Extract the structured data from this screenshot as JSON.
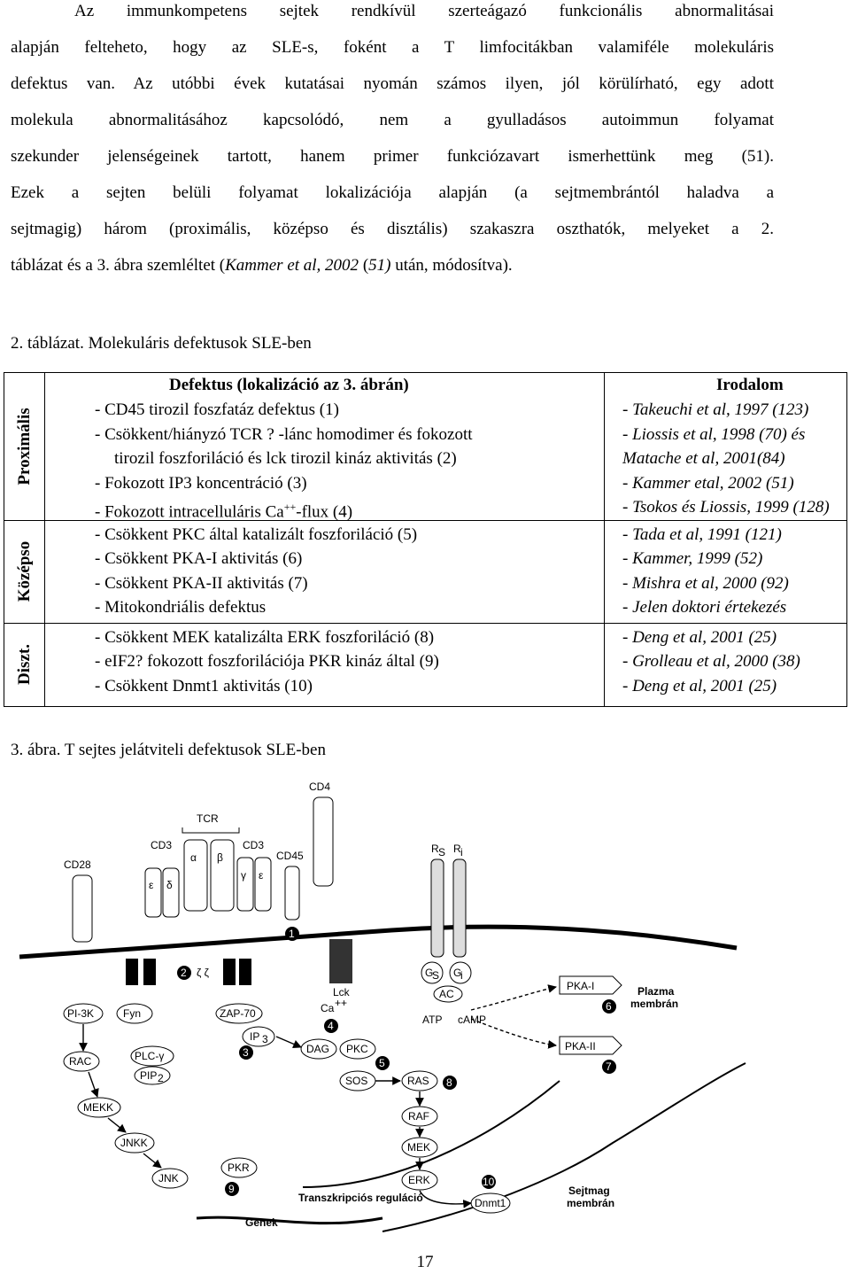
{
  "paragraph": {
    "line1": "Az immunkompetens sejtek rendkívül szerteágazó funkcionális abnormalitásai",
    "line2": "alapján felteheto, hogy az SLE-s, foként a T limfocitákban valamiféle molekuláris",
    "line3": "defektus van. Az utóbbi évek kutatásai nyomán számos ilyen, jól körülírható, egy adott",
    "line4": "molekula abnormalitásához kapcsolódó, nem a gyulladásos autoimmun folyamat",
    "line5": "szekunder jelenségeinek tartott, hanem primer funkciózavart ismerhettünk meg (51).",
    "line6": "Ezek a sejten belüli folyamat lokalizációja alapján (a sejtmembrántól haladva a",
    "line7": "sejtmagig) három (proximális, középso és disztális) szakaszra oszthatók, melyeket a 2.",
    "line8_a": "táblázat és a 3. ábra szemléltet (",
    "line8_b": "Kammer et al, 2002",
    "line8_c": " (",
    "line8_d": "51)",
    "line8_e": " után, módosítva)."
  },
  "table_caption": "2. táblázat. Molekuláris defektusok SLE-ben",
  "table": {
    "header_defect": "Defektus (lokalizáció az 3. ábrán)",
    "header_ref": "Irodalom",
    "sections": [
      {
        "label": "Proximális",
        "defects": [
          "- CD45 tirozil foszfatáz defektus (1)",
          "- Csökkent/hiányzó TCR ? -lánc homodimer és fokozott",
          "tirozil foszforiláció és lck tirozil kináz aktivitás (2)",
          "- Fokozott IP3 koncentráció (3)",
          "- Fokozott intracelluláris Ca",
          "++",
          "-flux (4)"
        ],
        "refs": [
          "- Takeuchi et al, 1997 (123)",
          "- Liossis et al, 1998 (70) és",
          "Matache et al, 2001(84)",
          "- Kammer etal, 2002 (51)",
          "- Tsokos és Liossis, 1999 (128)"
        ]
      },
      {
        "label": "Középso",
        "defects": [
          "- Csökkent PKC által katalizált foszforiláció (5)",
          "- Csökkent PKA-I aktivitás (6)",
          "- Csökkent PKA-II aktivitás (7)",
          "- Mitokondriális defektus"
        ],
        "refs": [
          "- Tada et al, 1991 (121)",
          "- Kammer, 1999 (52)",
          "- Mishra et al, 2000 (92)",
          "- Jelen doktori értekezés"
        ]
      },
      {
        "label": "Diszt.",
        "defects": [
          "- Csökkent MEK katalizálta ERK foszforiláció (8)",
          "- eIF2? fokozott foszforilációja PKR kináz által (9)",
          "- Csökkent Dnmt1 aktivitás (10)"
        ],
        "refs": [
          "- Deng et al, 2001 (25)",
          "- Grolleau et al, 2000 (38)",
          "- Deng et al, 2001 (25)"
        ]
      }
    ]
  },
  "figure_caption": "3. ábra. T sejtes jelátviteli defektusok SLE-ben",
  "diagram": {
    "cd4": "CD4",
    "tcr": "TCR",
    "cd3_left": "CD3",
    "cd3_right": "CD3",
    "cd45": "CD45",
    "cd28": "CD28",
    "alpha": "α",
    "beta": "β",
    "gamma": "γ",
    "epsilon": "ε",
    "delta": "δ",
    "zeta": "ζ ζ",
    "rs": "R",
    "rs_sub": "S",
    "ri": "R",
    "ri_sub": "i",
    "lck": "Lck",
    "gs": "G",
    "gs_sub": "S",
    "gi": "G",
    "gi_sub": "i",
    "ac": "AC",
    "atp": "ATP",
    "camp": "cAMP",
    "pka1": "PKA-I",
    "pka2": "PKA-II",
    "membrane": "Plazma",
    "membrane2": "membrán",
    "pi3k": "PI-3K",
    "fyn": "Fyn",
    "zap70": "ZAP-70",
    "ip3": "IP",
    "ip3_sub": "3",
    "ca": "Ca",
    "ca_sup": "++",
    "rac": "RAC",
    "plcg": "PLC-γ",
    "pip2": "PIP",
    "pip2_sub": "2",
    "dag": "DAG",
    "pkc": "PKC",
    "sos": "SOS",
    "ras": "RAS",
    "raf": "RAF",
    "mek": "MEK",
    "erk": "ERK",
    "mekk": "MEKK",
    "jnkk": "JNKK",
    "jnk": "JNK",
    "pkr": "PKR",
    "dnmt1": "Dnmt1",
    "transcr": "Transzkripciós reguláció",
    "nucmem": "Sejtmag",
    "nucmem2": "membrán",
    "genes": "Gének",
    "n1": "1",
    "n2": "2",
    "n3": "3",
    "n4": "4",
    "n5": "5",
    "n6": "6",
    "n7": "7",
    "n8": "8",
    "n9": "9",
    "n10": "10"
  },
  "page_number": "17"
}
